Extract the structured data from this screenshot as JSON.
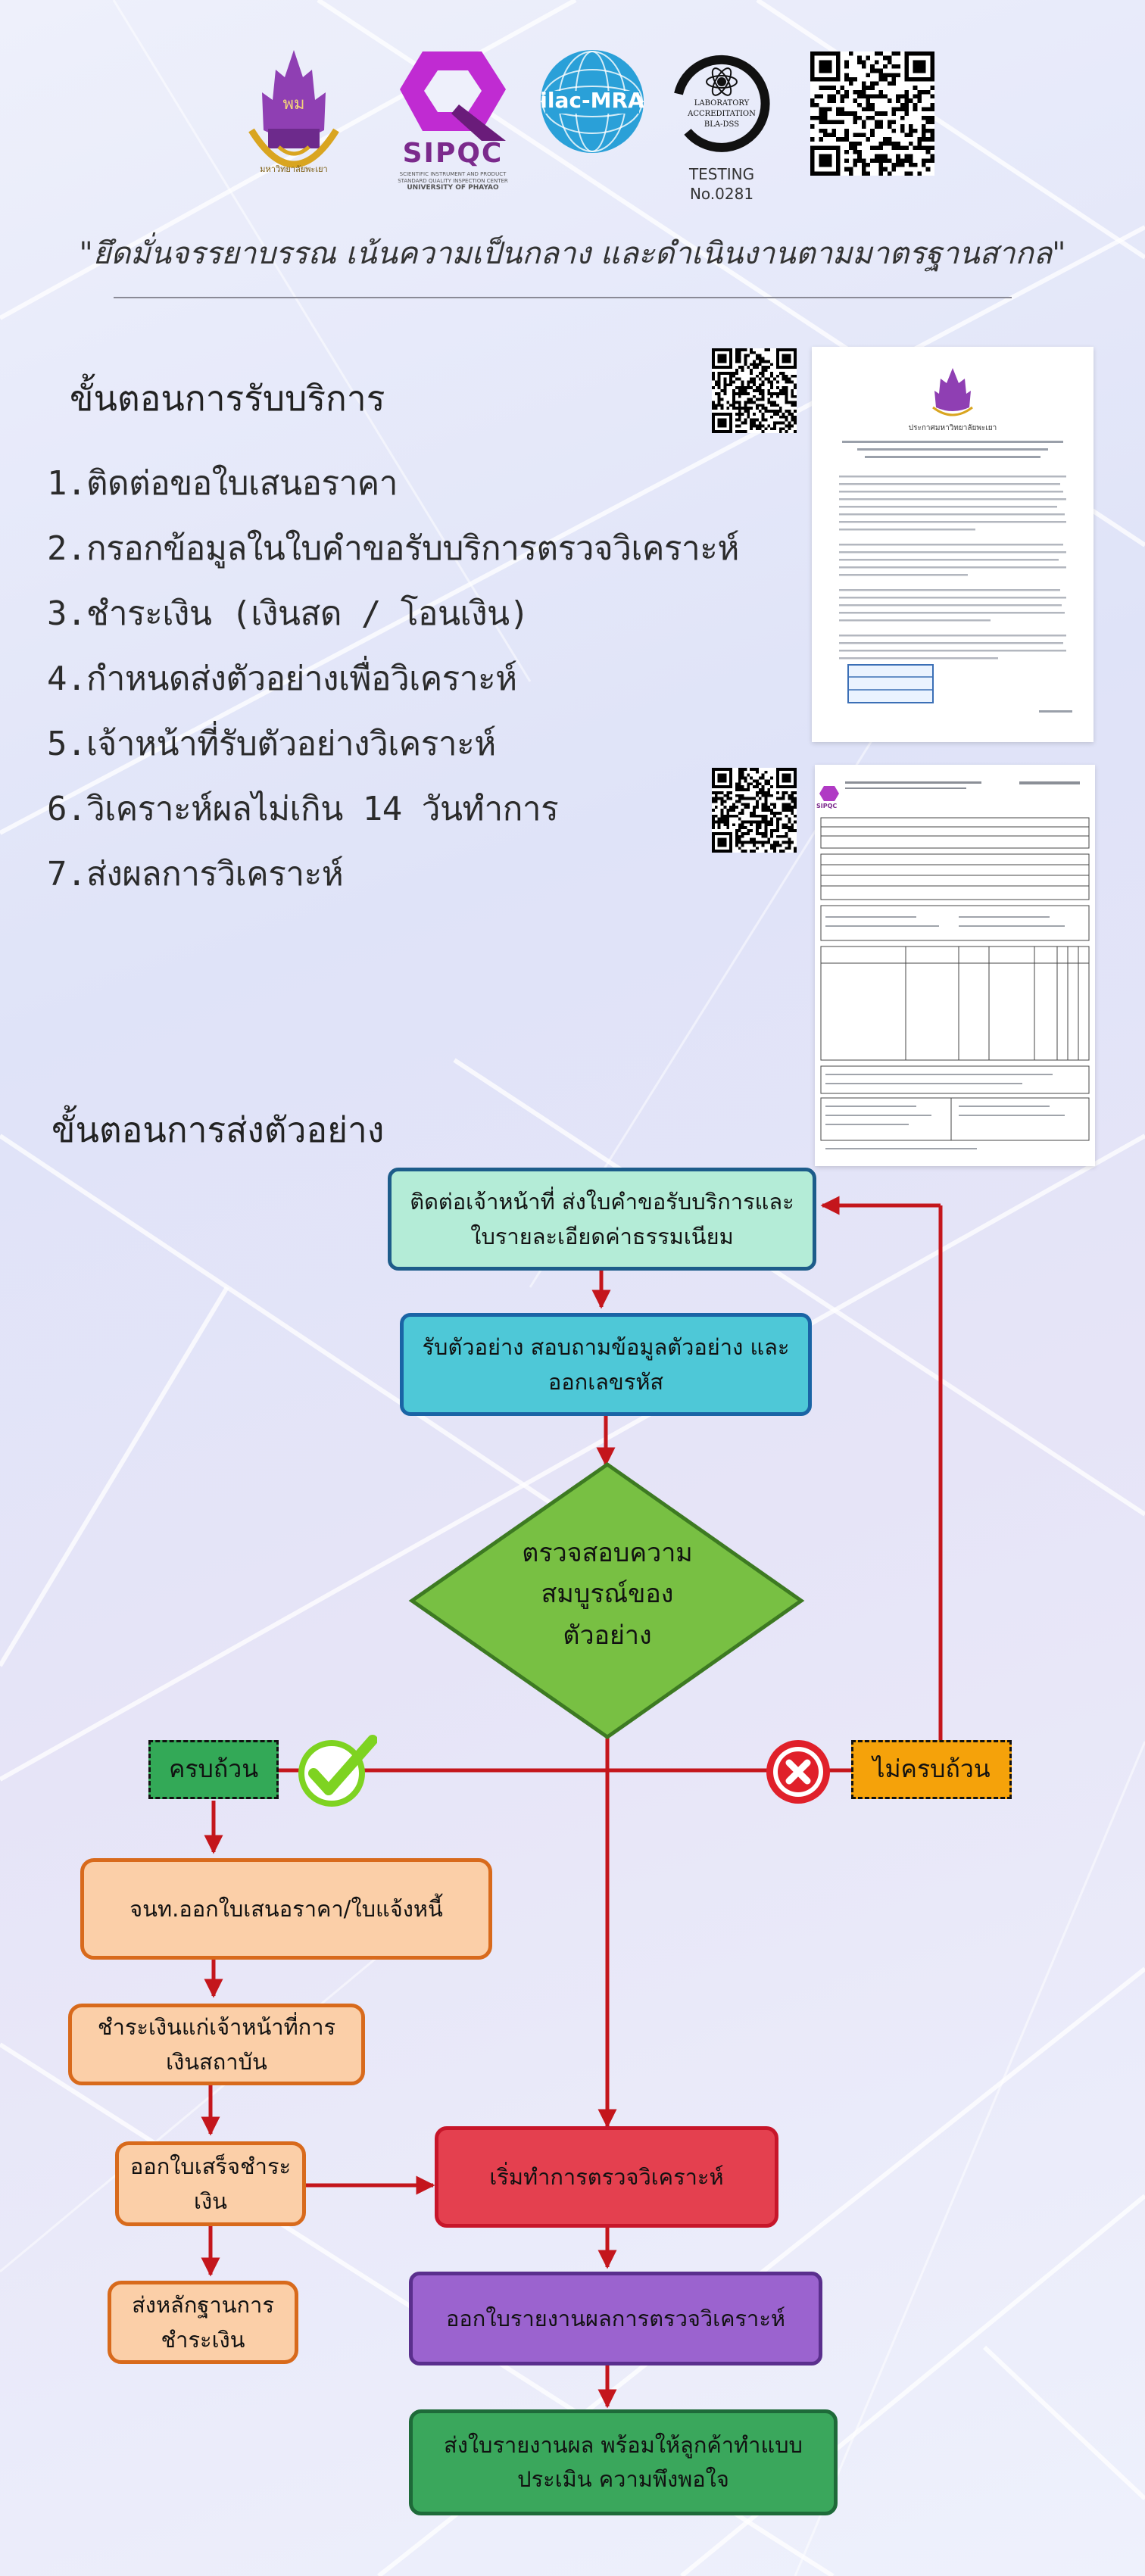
{
  "header": {
    "logos": [
      {
        "name": "university-seal-logo",
        "text": "มหาวิทยาลัยพะเยา"
      },
      {
        "name": "sipqc-logo",
        "wordmark": "SIPQC",
        "caption_lines": [
          "SCIENTIFIC INSTRUMENT AND PRODUCT",
          "STANDARD QUALITY INSPECTION CENTER",
          "UNIVERSITY OF PHAYAO"
        ]
      },
      {
        "name": "ilac-mra-logo",
        "wordmark": "ilac-MRA"
      },
      {
        "name": "laboratory-accreditation-logo",
        "lines": [
          "LABORATORY ACCREDITATION",
          "BLA-DSS"
        ],
        "testing": "TESTING",
        "number": "No.0281"
      }
    ],
    "motto": "\"ยึดมั่นจรรยาบรรณ เน้นความเป็นกลาง และดำเนินงานตามมาตรฐานสากล\""
  },
  "service_section": {
    "title": "ขั้นตอนการรับบริการ",
    "steps": [
      "1.ติดต่อขอใบเสนอราคา",
      "2.กรอกข้อมูลในใบคำขอรับบริการตรวจวิเคราะห์",
      "3.ชำระเงิน (เงินสด / โอนเงิน)",
      "4.กำหนดส่งตัวอย่างเพื่อวิเคราะห์",
      "5.เจ้าหน้าที่รับตัวอย่างวิเคราะห์",
      "6.วิเคราะห์ผลไม่เกิน 14 วันทำการ",
      "7.ส่งผลการวิเคราะห์"
    ]
  },
  "documents": {
    "announcement": {
      "heading": "ประกาศมหาวิทยาลัยพะเยา"
    },
    "request_form": {
      "logo": "SIPQC"
    }
  },
  "sample_section": {
    "title": "ขั้นตอนการส่งตัวอย่าง",
    "flow": {
      "contact": "ติดต่อเจ้าหน้าที่ ส่งใบคำขอรับบริการและ ใบรายละเอียดค่าธรรมเนียม",
      "receive": "รับตัวอย่าง สอบถามข้อมูลตัวอย่าง และออกเลขรหัส",
      "check": "ตรวจสอบความสมบูรณ์ของตัวอย่าง",
      "complete": "ครบถ้วน",
      "incomplete": "ไม่ครบถ้วน",
      "quote": "จนท.ออกใบเสนอราคา/ใบแจ้งหนี้",
      "pay": "ชำระเงินแก่เจ้าหน้าที่การเงินสถาบัน",
      "receipt": "ออกใบเสร็จชำระเงิน",
      "proof": "ส่งหลักฐานการชำระเงิน",
      "start": "เริ่มทำการตรวจวิเคราะห์",
      "report": "ออกใบรายงานผลการตรวจวิเคราะห์",
      "send": "ส่งใบรายงานผล พร้อมให้ลูกค้าทำแบบประเมิน ความพึงพอใจ"
    }
  },
  "colors": {
    "arrow": "#c4161c",
    "check_icon": "#7ed321",
    "cross_icon": "#e0202a"
  },
  "icons": [
    "check-circle-icon",
    "cross-circle-icon",
    "qr-code-icon"
  ]
}
